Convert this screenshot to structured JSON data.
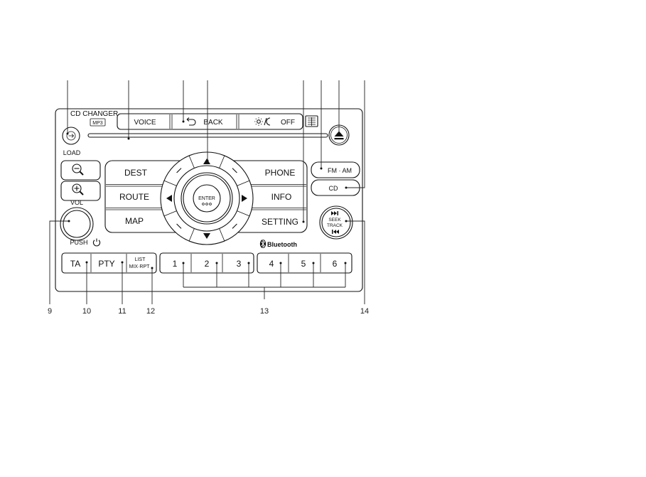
{
  "panel": {
    "cd_changer": "CD CHANGER",
    "mp3": "MP3",
    "load": "LOAD",
    "voice": "VOICE",
    "back": "BACK",
    "off": "OFF",
    "vol": "VOL",
    "push": "PUSH",
    "nav_left": {
      "dest": "DEST",
      "route": "ROUTE",
      "map": "MAP"
    },
    "nav_right": {
      "phone": "PHONE",
      "info": "INFO",
      "setting": "SETTING"
    },
    "enter": "ENTER",
    "fm_am": "FM · AM",
    "cd": "CD",
    "seek": "SEEK",
    "track": "TRACK",
    "bluetooth": "Bluetooth",
    "ta": "TA",
    "pty": "PTY",
    "list": "LIST",
    "mix_rpt": "MIX·RPT",
    "presets": [
      "1",
      "2",
      "3",
      "4",
      "5",
      "6"
    ]
  },
  "callouts": [
    "9",
    "10",
    "11",
    "12",
    "13",
    "14"
  ],
  "icons": {
    "load": "load-icon",
    "back": "back-arrow-icon",
    "day_night": "day-night-icon",
    "disc": "disc-icon",
    "eject": "eject-icon",
    "zoom_out": "zoom-out-icon",
    "zoom_in": "zoom-in-icon",
    "power": "power-icon",
    "up": "arrow-up-icon",
    "down": "arrow-down-icon",
    "left": "arrow-left-icon",
    "right": "arrow-right-icon",
    "next": "next-track-icon",
    "previous": "previous-track-icon",
    "bluetooth": "bluetooth-icon"
  },
  "colors": {
    "line": "#111111",
    "background": "#ffffff"
  }
}
